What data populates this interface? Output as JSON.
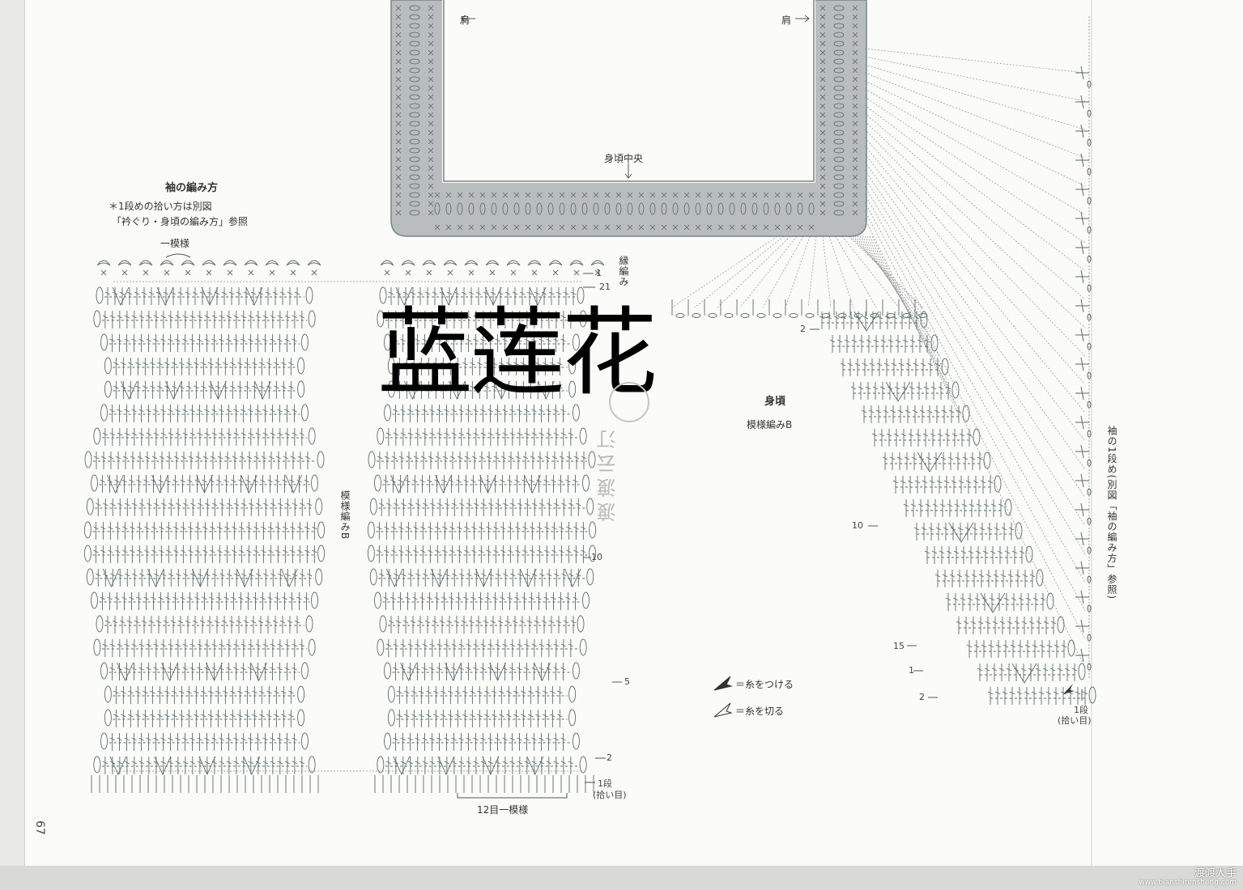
{
  "labels": {
    "shoulder_left": "肩",
    "shoulder_right": "肩",
    "body_center": "身頃中央",
    "sleeve_title": "袖の編み方",
    "note_line1": "＊1段めの拾い方は別図",
    "note_line2": "「衿ぐり・身頃の編み方」参照",
    "one_pattern_top": "一模様",
    "edging_vertical": "縁編み",
    "pattern_b_vertical": "模様編みB",
    "body_title": "身頃",
    "body_pattern": "模様編みB",
    "row_1_edge": "1",
    "row_21": "21",
    "row_10_sleeve": "10",
    "row_5": "5",
    "row_2_sleeve": "2",
    "row_1_sleeve": "1段",
    "pickup_sleeve": "(拾い目)",
    "twelve_pattern": "12目一模様",
    "body_row_2_top": "2",
    "body_row_10": "10",
    "body_row_15": "15",
    "body_row_1": "1",
    "body_row_2_bottom": "2",
    "body_row_1_dan": "1段",
    "body_pickup": "(拾い目)",
    "legend_attach": "＝糸をつける",
    "legend_cut": "＝糸を切る",
    "right_vertical_note": "袖の1段め(別図「袖の編み方」参照)",
    "overlay_title": "蓝莲花",
    "watermark_text": "渡渡云汀",
    "page_number": "67",
    "site_name": "渡渡大手",
    "site_url": "www.bianshirensheng.com"
  },
  "colors": {
    "neckband_fill": "#b9bdbd",
    "stitch_color": "#5d6a68",
    "page_bg": "#fbfbfa"
  }
}
